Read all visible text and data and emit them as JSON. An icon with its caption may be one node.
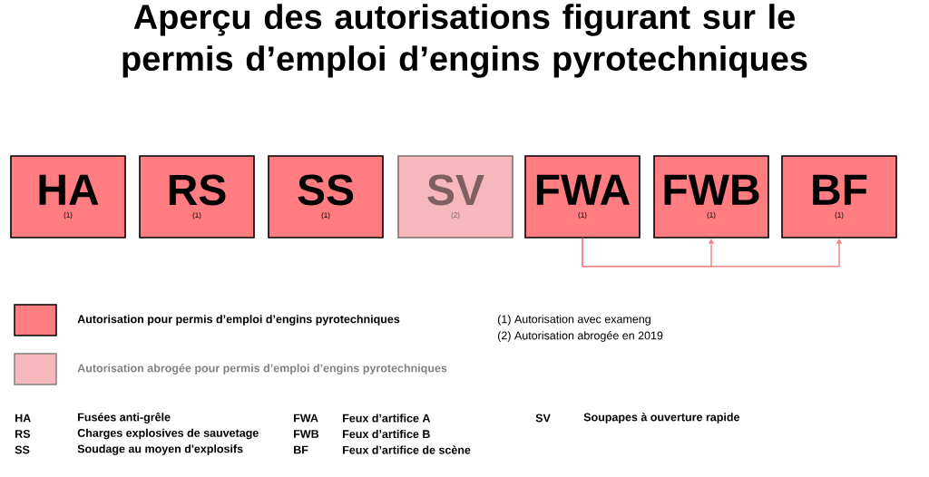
{
  "diagram": {
    "title": "Aperçu des autorisations figurant sur le permis d’emploi d’engins pyrotechniques",
    "nodes": [
      {
        "text": [
          "HA",
          "(1)"
        ]
      },
      {
        "text": [
          "RS",
          "(1)"
        ]
      },
      {
        "text": [
          "SS",
          "(1)"
        ]
      },
      {
        "text": [
          "SV",
          "(2)"
        ]
      },
      {
        "text": [
          "FWA",
          "(1)"
        ]
      },
      {
        "text": [
          "FWB",
          "(1)"
        ]
      },
      {
        "text": [
          "BF",
          "(1)"
        ]
      }
    ],
    "edges": [
      {
        "from": 4,
        "to": 5,
        "arrow": "to"
      },
      {
        "from": 4,
        "to": 6,
        "arrow": "to"
      }
    ],
    "labels": [
      "(1) Autorisation avec exameng",
      "(2) Autorisation abrogée en 2019",
      "HA",
      "Fusées anti-grêle",
      "FWA",
      "Feux d’artifice A",
      "SV",
      "Soupapes à ouverture rapide",
      "RS",
      "Charges explosives de sauvetage",
      "FWB",
      "Feux d’artifice B",
      "SS",
      "Soudage au moyen d'explosifs",
      "BF",
      "Feux d’artifice de scène"
    ],
    "legend": [
      {
        "text": "Autorisation pour permis d’emploi d’engins pyrotechniques",
        "color": "#ff7c80"
      },
      {
        "text": "Autorisation abrogée pour permis d’emploi d’engins pyrotechniques",
        "color": "#f6b8bc"
      }
    ]
  }
}
